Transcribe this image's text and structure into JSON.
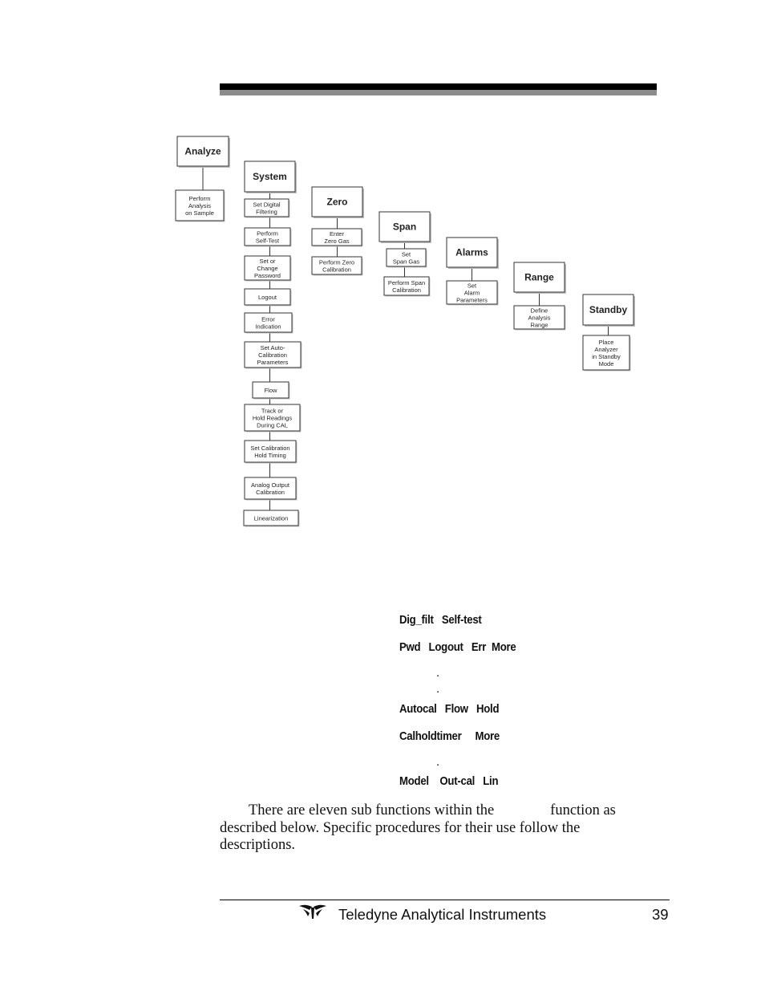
{
  "diagram": {
    "columns": [
      {
        "title": "Analyze",
        "items": [
          [
            "Perform",
            "Analysis",
            "on Sample"
          ]
        ]
      },
      {
        "title": "System",
        "items": [
          [
            "Set Digital",
            "Filtering"
          ],
          [
            "Perform",
            "Self-Test"
          ],
          [
            "Set or",
            "Change",
            "Password"
          ],
          [
            "Logout"
          ],
          [
            "Error",
            "Indication"
          ],
          [
            "Set Auto-",
            "Calibration",
            "Parameters"
          ],
          [
            "Flow"
          ],
          [
            "Track or",
            "Hold Readings",
            "During CAL"
          ],
          [
            "Set Calibration",
            "Hold Timing"
          ],
          [
            "Analog Output",
            "Calibration"
          ],
          [
            "Linearization"
          ]
        ]
      },
      {
        "title": "Zero",
        "items": [
          [
            "Enter",
            "Zero Gas"
          ],
          [
            "Perform Zero",
            "Calibration"
          ]
        ]
      },
      {
        "title": "Span",
        "items": [
          [
            "Set",
            "Span Gas"
          ],
          [
            "Perform Span",
            "Calibration"
          ]
        ]
      },
      {
        "title": "Alarms",
        "items": [
          [
            "Set",
            "Alarm",
            "Parameters"
          ]
        ]
      },
      {
        "title": "Range",
        "items": [
          [
            "Define",
            "Analysis",
            "Range"
          ]
        ]
      },
      {
        "title": "Standby",
        "items": [
          [
            "Place",
            "Analyzer",
            "in Standby",
            "Mode"
          ]
        ]
      }
    ]
  },
  "menu_lines": {
    "line1": "Dig_filt   Self-test",
    "line2": "Pwd   Logout   Err  More",
    "dot1": ".",
    "dot2": ".",
    "line3": "Autocal   Flow   Hold",
    "line4": "Calholdtimer     More",
    "dot3": ".",
    "line5": "Model    Out-cal   Lin"
  },
  "paragraph": {
    "part1": "There are eleven sub functions within the",
    "part2": "function as described below. Specific procedures for their use follow the descriptions."
  },
  "footer": {
    "company": "Teledyne Analytical Instruments",
    "page_number": "39",
    "logo_icon": "teledyne-logo-icon"
  }
}
